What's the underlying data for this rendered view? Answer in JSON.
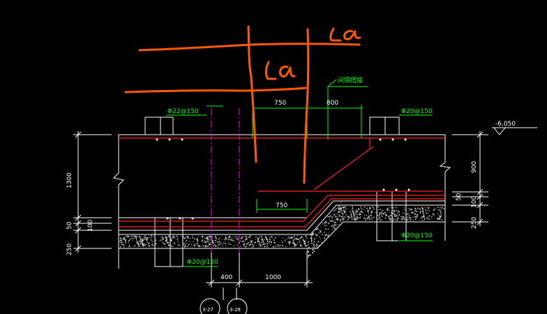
{
  "colors": {
    "background": "#000000",
    "outline": "#ffffff",
    "rebar": "#ff2020",
    "dimension": "#00ff00",
    "axis": "#ff00ff",
    "markup": "#ff5a00"
  },
  "annotations": {
    "rebar_top_left": "Φ22@150",
    "rebar_top_right": "Φ20@150",
    "rebar_right_bottom": "Φ20@150",
    "rebar_bottom_left": "Φ20@150",
    "gap_label": "间隔搭接",
    "elevation": "-6.050"
  },
  "dimensions": {
    "top_750": "750",
    "top_800": "800",
    "mid_750": "750",
    "left_height": "1300",
    "left_50": "50",
    "left_100": "100",
    "left_250": "250",
    "right_height": "900",
    "right_50": "50",
    "right_100": "100",
    "right_250": "250",
    "bottom_400": "400",
    "bottom_1000": "1000"
  },
  "axes": {
    "left": "3-27",
    "right": "3-28"
  },
  "markup_labels": {
    "la_upper": "La",
    "la_lower": "La"
  }
}
